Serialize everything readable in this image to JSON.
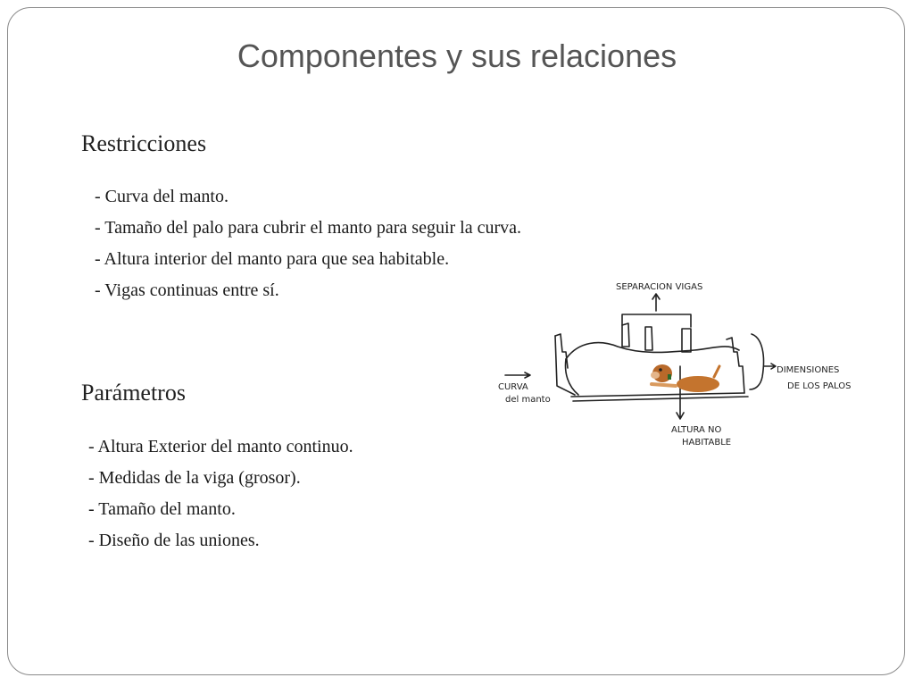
{
  "slide": {
    "title": "Componentes y sus relaciones",
    "restricciones": {
      "heading": "Restricciones",
      "items": [
        "- Curva del manto.",
        "- Tamaño del palo para cubrir el manto para seguir la curva.",
        "- Altura interior del manto para que sea habitable.",
        "- Vigas continuas entre sí."
      ]
    },
    "parametros": {
      "heading": "Parámetros",
      "items": [
        "- Altura Exterior del manto continuo.",
        "- Medidas de la viga (grosor).",
        "- Tamaño del manto.",
        "- Diseño de las uniones."
      ]
    }
  },
  "sketch": {
    "labels": {
      "separacion": "SEPARACION VIGAS",
      "dimensiones_1": "DIMENSIONES",
      "dimensiones_2": "DE LOS PALOS",
      "curva_1": "CURVA",
      "curva_2": "del manto",
      "altura_1": "ALTURA NO",
      "altura_2": "HABITABLE"
    }
  }
}
